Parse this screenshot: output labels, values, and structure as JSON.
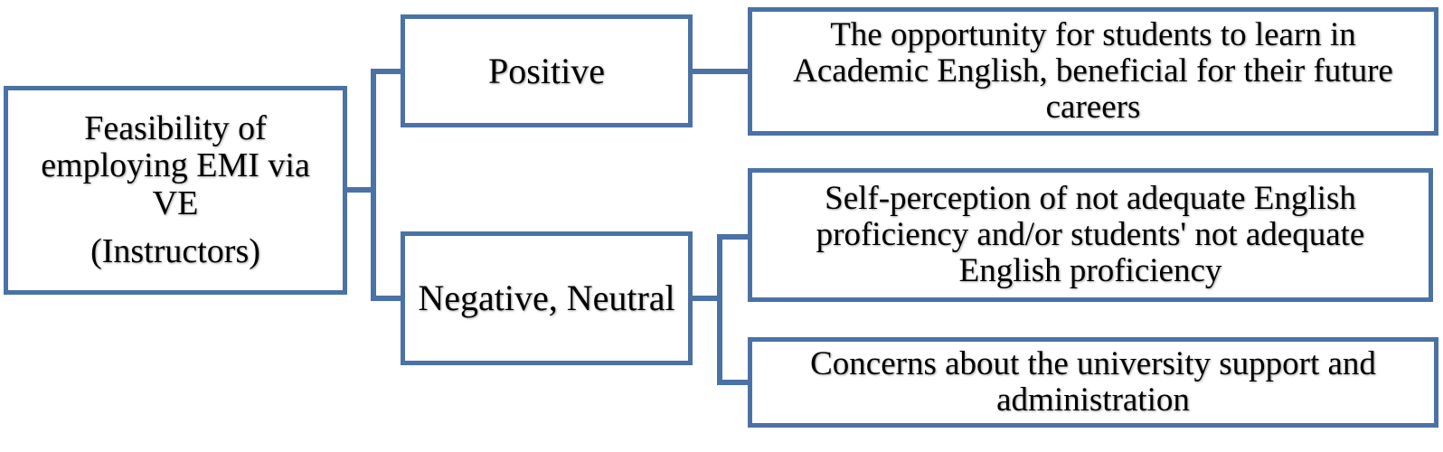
{
  "colors": {
    "box_border": "#4a72a6",
    "connector": "#4a72a6",
    "background": "#ffffff",
    "text": "#000000"
  },
  "root": {
    "title_lines": [
      "Feasibility of",
      "employing EMI via",
      "VE"
    ],
    "subtitle": "(Instructors)"
  },
  "branches": {
    "positive": {
      "label": "Positive",
      "findings": [
        {
          "lines": [
            "The opportunity for students to learn in",
            "Academic English, beneficial for their future",
            "careers"
          ]
        }
      ]
    },
    "negative": {
      "label": "Negative, Neutral",
      "findings": [
        {
          "lines": [
            "Self-perception of not adequate English",
            "proficiency and/or students' not adequate",
            "English proficiency"
          ]
        },
        {
          "lines": [
            "Concerns about the university support and",
            "administration"
          ]
        }
      ]
    }
  }
}
